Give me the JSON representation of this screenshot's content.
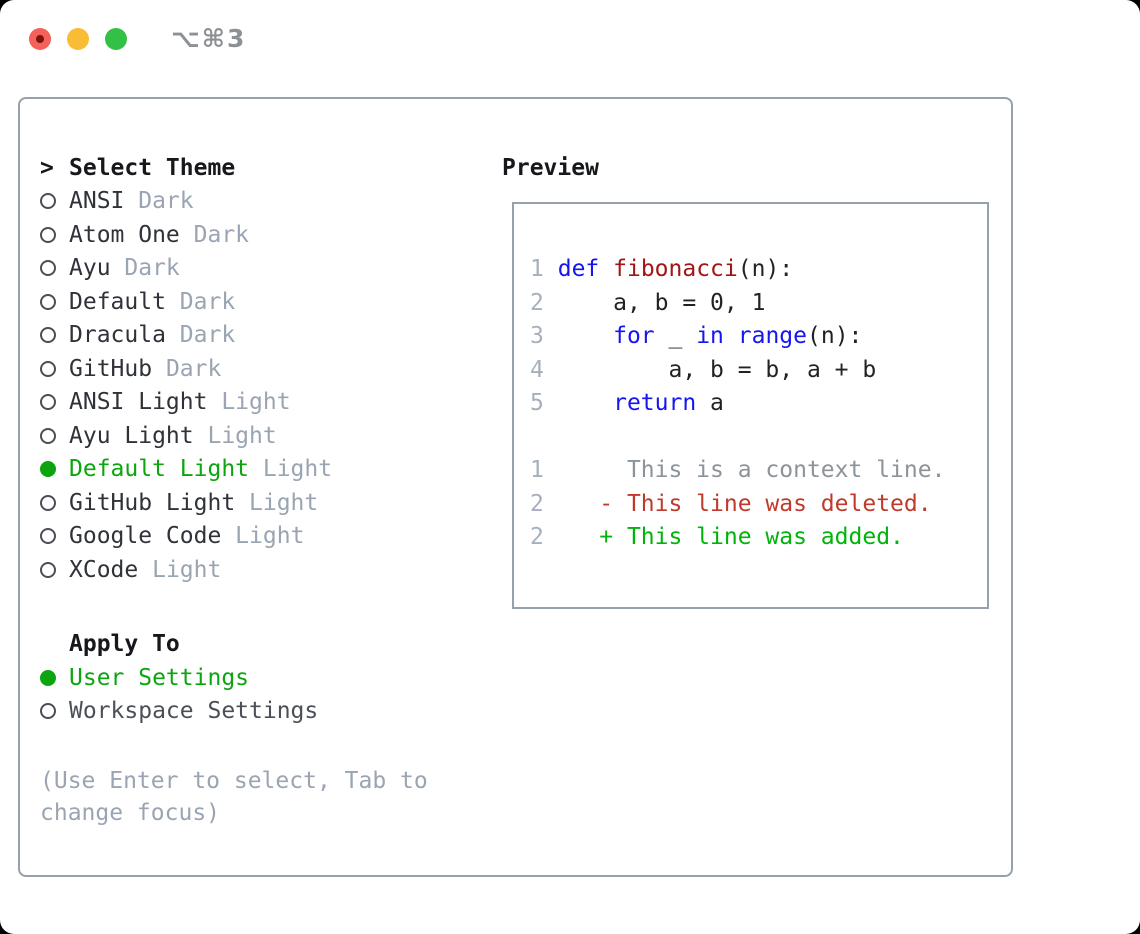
{
  "titlebar": {
    "title": "⌥⌘3"
  },
  "theme_list": {
    "caret": ">",
    "header": "Select Theme",
    "items": [
      {
        "name": "ANSI",
        "variant": "Dark",
        "selected": false
      },
      {
        "name": "Atom One",
        "variant": "Dark",
        "selected": false
      },
      {
        "name": "Ayu",
        "variant": "Dark",
        "selected": false
      },
      {
        "name": "Default",
        "variant": "Dark",
        "selected": false
      },
      {
        "name": "Dracula",
        "variant": "Dark",
        "selected": false
      },
      {
        "name": "GitHub",
        "variant": "Dark",
        "selected": false
      },
      {
        "name": "ANSI Light",
        "variant": "Light",
        "selected": false
      },
      {
        "name": "Ayu Light",
        "variant": "Light",
        "selected": false
      },
      {
        "name": "Default Light",
        "variant": "Light",
        "selected": true
      },
      {
        "name": "GitHub Light",
        "variant": "Light",
        "selected": false
      },
      {
        "name": "Google Code",
        "variant": "Light",
        "selected": false
      },
      {
        "name": "XCode",
        "variant": "Light",
        "selected": false
      }
    ]
  },
  "apply_to": {
    "header": "Apply To",
    "options": [
      {
        "label": "User Settings",
        "selected": true
      },
      {
        "label": "Workspace Settings",
        "selected": false
      }
    ]
  },
  "help_text": "(Use Enter to select, Tab to change focus)",
  "preview": {
    "title": "Preview",
    "code_lines": [
      {
        "no": "1",
        "tokens": [
          {
            "t": "def",
            "c": "kw"
          },
          {
            "t": " ",
            "c": "pl"
          },
          {
            "t": "fibonacci",
            "c": "fn"
          },
          {
            "t": "(n):",
            "c": "pl"
          }
        ]
      },
      {
        "no": "2",
        "tokens": [
          {
            "t": "    a, b = 0, 1",
            "c": "pl"
          }
        ]
      },
      {
        "no": "3",
        "tokens": [
          {
            "t": "    ",
            "c": "pl"
          },
          {
            "t": "for",
            "c": "kw"
          },
          {
            "t": " _ ",
            "c": "pl"
          },
          {
            "t": "in",
            "c": "kw"
          },
          {
            "t": " ",
            "c": "pl"
          },
          {
            "t": "range",
            "c": "kw"
          },
          {
            "t": "(n):",
            "c": "pl"
          }
        ]
      },
      {
        "no": "4",
        "tokens": [
          {
            "t": "        a, b = b, a + b",
            "c": "pl"
          }
        ]
      },
      {
        "no": "5",
        "tokens": [
          {
            "t": "    ",
            "c": "pl"
          },
          {
            "t": "return",
            "c": "kw"
          },
          {
            "t": " a",
            "c": "pl"
          }
        ]
      }
    ],
    "diff_lines": [
      {
        "no": "1",
        "kind": "ctx",
        "text": "      This is a context line."
      },
      {
        "no": "2",
        "kind": "del",
        "text": "    - This line was deleted."
      },
      {
        "no": "2",
        "kind": "add",
        "text": "    + This line was added."
      }
    ]
  },
  "colors": {
    "accent_green": "#0CA50F",
    "added_green": "#00B40A",
    "deleted_red": "#C03A2B",
    "keyword_blue": "#1515EF",
    "function_red": "#A31515",
    "muted_gray": "#9AA4B2",
    "line_number_gray": "#A6B0BD",
    "context_gray": "#8B939B",
    "border_gray": "#97A0AB",
    "radio_outline": "#4A4F56",
    "ink": "#16181B",
    "item_ink": "#2F3339",
    "option_ink": "#4B5058",
    "code_ink": "#1F2226",
    "title_gray": "#8D9094",
    "traffic_red": "#F4605A",
    "traffic_red_dot": "#7C120C",
    "traffic_yellow": "#F9BD35",
    "traffic_green": "#32C146"
  }
}
